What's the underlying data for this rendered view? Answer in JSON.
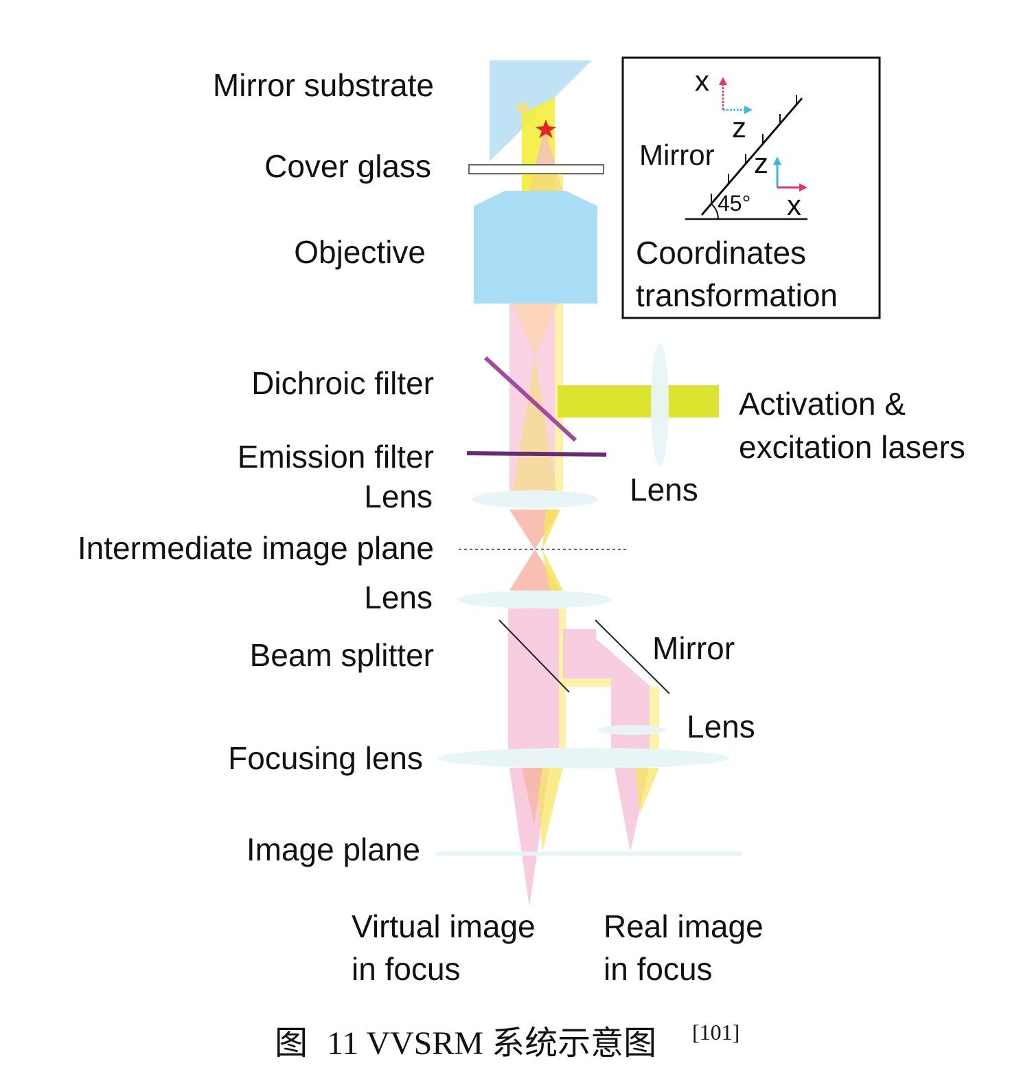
{
  "labels": {
    "mirror_substrate": "Mirror substrate",
    "cover_glass": "Cover glass",
    "objective": "Objective",
    "dichroic_filter": "Dichroic filter",
    "emission_filter": "Emission filter",
    "lens_1": "Lens",
    "intermediate_image_plane": "Intermediate image plane",
    "lens_2": "Lens",
    "beam_splitter": "Beam splitter",
    "focusing_lens": "Focusing lens",
    "image_plane": "Image plane",
    "laser_lens": "Lens",
    "activation_line1": "Activation &",
    "activation_line2": "excitation lasers",
    "mirror_right": "Mirror",
    "lens_right": "Lens",
    "virtual_line1": "Virtual image",
    "virtual_line2": "in focus",
    "real_line1": "Real image",
    "real_line2": "in focus"
  },
  "inset": {
    "x_top": "x",
    "z_top": "z",
    "mirror": "Mirror",
    "z_bottom": "z",
    "angle": "45°",
    "x_bottom": "x",
    "title_line1": "Coordinates",
    "title_line2": "transformation"
  },
  "caption": {
    "prefix": "图",
    "text": "11 VVSRM 系统示意图",
    "ref": "[101]"
  },
  "colors": {
    "light_blue": "#bfe3f5",
    "objective_blue": "#a9dcf5",
    "yellow": "#f3ee3d",
    "yellow_light": "#fdf3a8",
    "pink": "#f8c8dd",
    "peach": "#fbc9b0",
    "laser": "#dce430",
    "dichroic": "#a24a9c",
    "emission": "#6b2b72",
    "lens": "#e7f5f7",
    "arrow_pink": "#e6336a",
    "arrow_cyan": "#39b8e0"
  }
}
